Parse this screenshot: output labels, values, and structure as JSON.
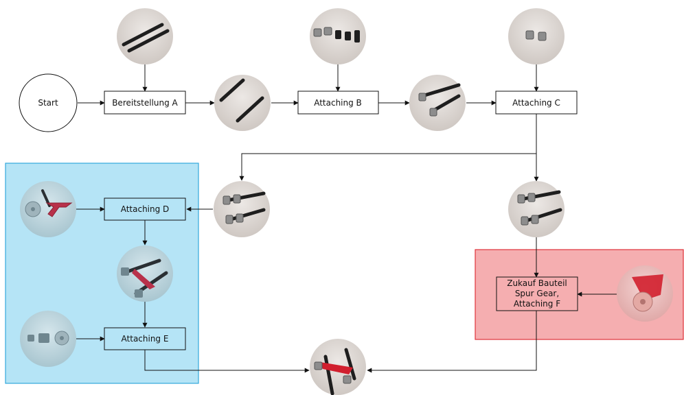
{
  "diagram": {
    "start": {
      "label": "Start"
    },
    "steps": {
      "a": {
        "label": "Bereitstellung A"
      },
      "b": {
        "label": "Attaching B"
      },
      "c": {
        "label": "Attaching C"
      },
      "d": {
        "label": "Attaching D"
      },
      "e": {
        "label": "Attaching E"
      },
      "f": {
        "lines": [
          "Zukauf Bauteil",
          "Spur Gear,",
          "Attaching F"
        ]
      }
    },
    "colors": {
      "blue_region": "#b5e4f6",
      "blue_region_border": "#32a8db",
      "red_region": "#f5aeb0",
      "red_region_border": "#e0343b",
      "part_dark": "#1e1e1e",
      "part_gray": "#8d8d8d",
      "part_red": "#d11f2e",
      "photo_bg": "#dcd6d2"
    },
    "icons": [
      "axle-pair-icon",
      "bushings-icon",
      "axle-bushing-assembly-icon",
      "connector-set-icon",
      "spur-gear-icon",
      "final-assembly-icon"
    ]
  }
}
